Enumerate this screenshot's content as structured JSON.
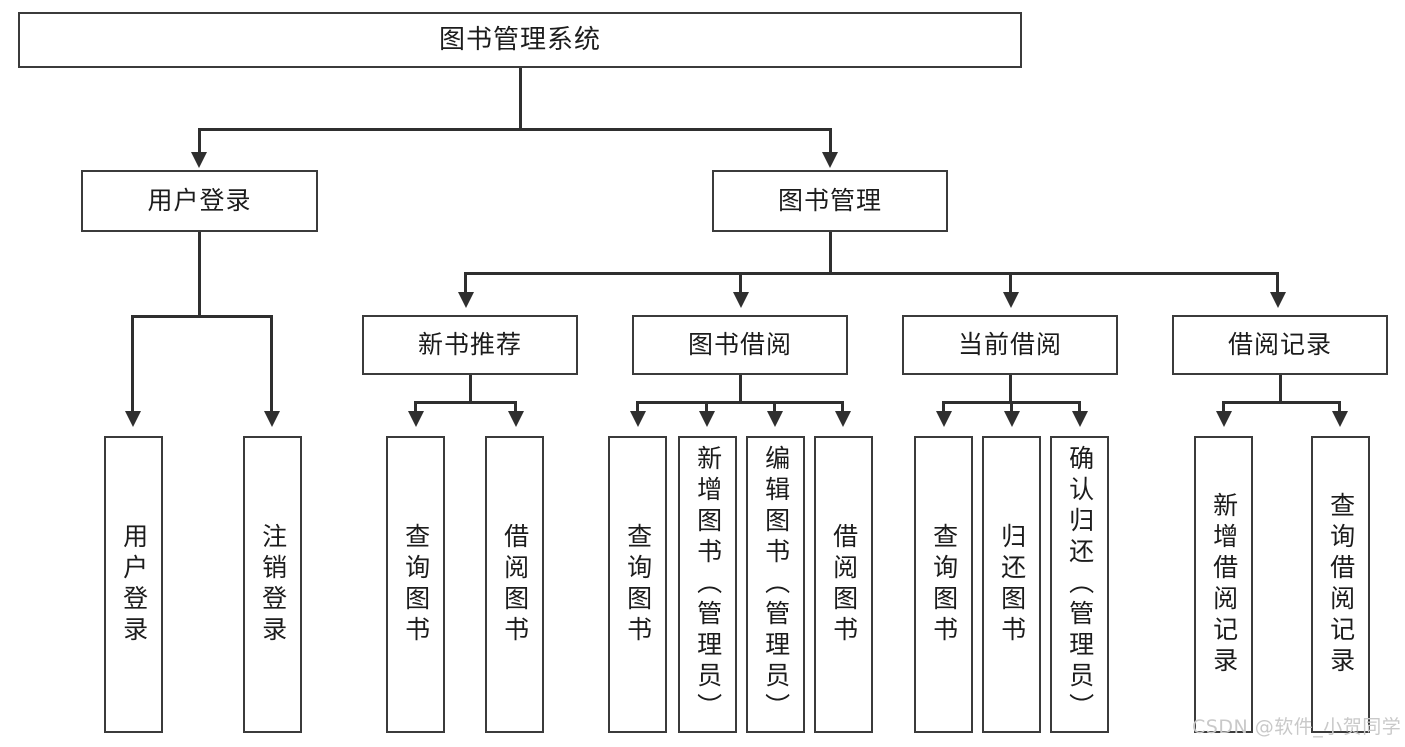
{
  "diagram": {
    "title": "图书管理系统",
    "type": "hierarchy-tree",
    "root": {
      "label": "图书管理系统"
    },
    "level2": [
      {
        "label": "用户登录"
      },
      {
        "label": "图书管理"
      }
    ],
    "level3": [
      {
        "label": "新书推荐"
      },
      {
        "label": "图书借阅"
      },
      {
        "label": "当前借阅"
      },
      {
        "label": "借阅记录"
      }
    ],
    "leaves": {
      "user_login": [
        {
          "label": "用户登录"
        },
        {
          "label": "注销登录"
        }
      ],
      "new_book_recommend": [
        {
          "label": "查询图书"
        },
        {
          "label": "借阅图书"
        }
      ],
      "book_borrow": [
        {
          "label": "查询图书"
        },
        {
          "label": "新增图书（管理员）"
        },
        {
          "label": "编辑图书（管理员）"
        },
        {
          "label": "借阅图书"
        }
      ],
      "current_borrow": [
        {
          "label": "查询图书"
        },
        {
          "label": "归还图书"
        },
        {
          "label": "确认归还（管理员）"
        }
      ],
      "borrow_record": [
        {
          "label": "新增借阅记录"
        },
        {
          "label": "查询借阅记录"
        }
      ]
    }
  },
  "watermark": {
    "text": "CSDN @软件_小贺同学"
  },
  "colors": {
    "border": "#3b3b3b",
    "line": "#2f2f2f",
    "text": "#1c1c1c",
    "background": "#ffffff",
    "watermark": "#c9c9c9"
  }
}
